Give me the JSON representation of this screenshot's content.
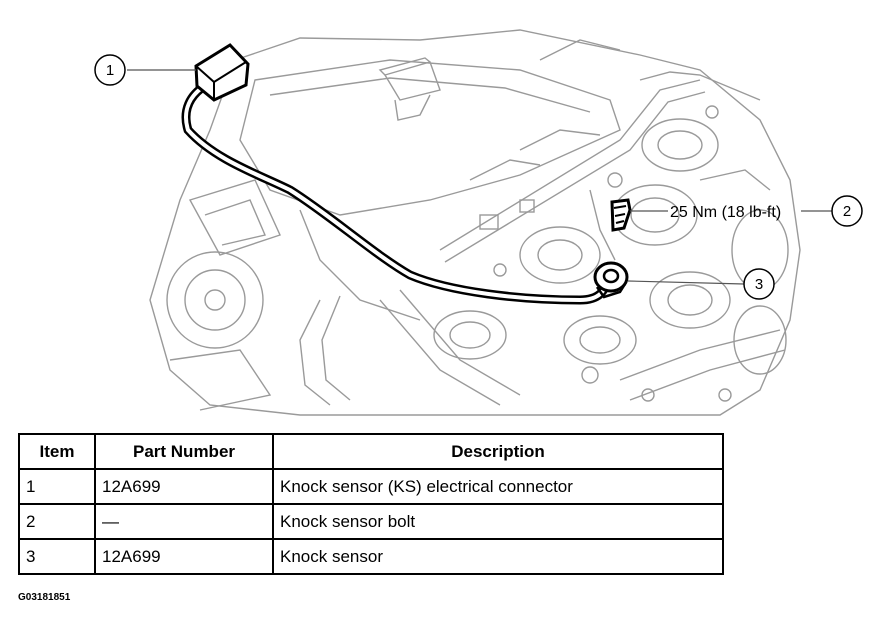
{
  "callouts": [
    {
      "number": "1"
    },
    {
      "number": "2",
      "torque": "25 Nm (18 lb-ft)"
    },
    {
      "number": "3"
    }
  ],
  "table": {
    "headers": [
      "Item",
      "Part Number",
      "Description"
    ],
    "rows": [
      {
        "item": "1",
        "part_number": "12A699",
        "description": "Knock sensor (KS) electrical connector"
      },
      {
        "item": "2",
        "part_number": "—",
        "description": "Knock sensor bolt"
      },
      {
        "item": "3",
        "part_number": "12A699",
        "description": "Knock sensor"
      }
    ]
  },
  "figure_id": "G03181851"
}
